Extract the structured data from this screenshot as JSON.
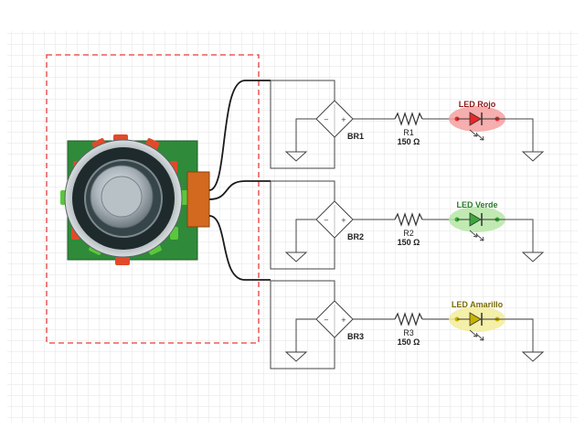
{
  "canvas": {
    "background": "#ffffff",
    "grid_color": "#e3e3e3",
    "selection_color": "#e83b3b"
  },
  "encoder_component": {
    "icon": "rotary-encoder-icon",
    "board_color": "#2f8a3a",
    "connector_color": "#d2691e"
  },
  "channels": [
    {
      "bridge_label": "BR1",
      "resistor_label": "R1",
      "resistor_value": "150 Ω",
      "led_label": "LED Rojo",
      "led_color": "#e8272a",
      "led_glow": "#f4a0a0",
      "led_text_color": "#8b1a1a"
    },
    {
      "bridge_label": "BR2",
      "resistor_label": "R2",
      "resistor_value": "150 Ω",
      "led_label": "LED Verde",
      "led_color": "#3aa83a",
      "led_glow": "#b6e6a6",
      "led_text_color": "#2a7a2a"
    },
    {
      "bridge_label": "BR3",
      "resistor_label": "R3",
      "resistor_value": "150 Ω",
      "led_label": "LED Amarillo",
      "led_color": "#c8b400",
      "led_glow": "#f2ec9a",
      "led_text_color": "#7a6b00"
    }
  ]
}
